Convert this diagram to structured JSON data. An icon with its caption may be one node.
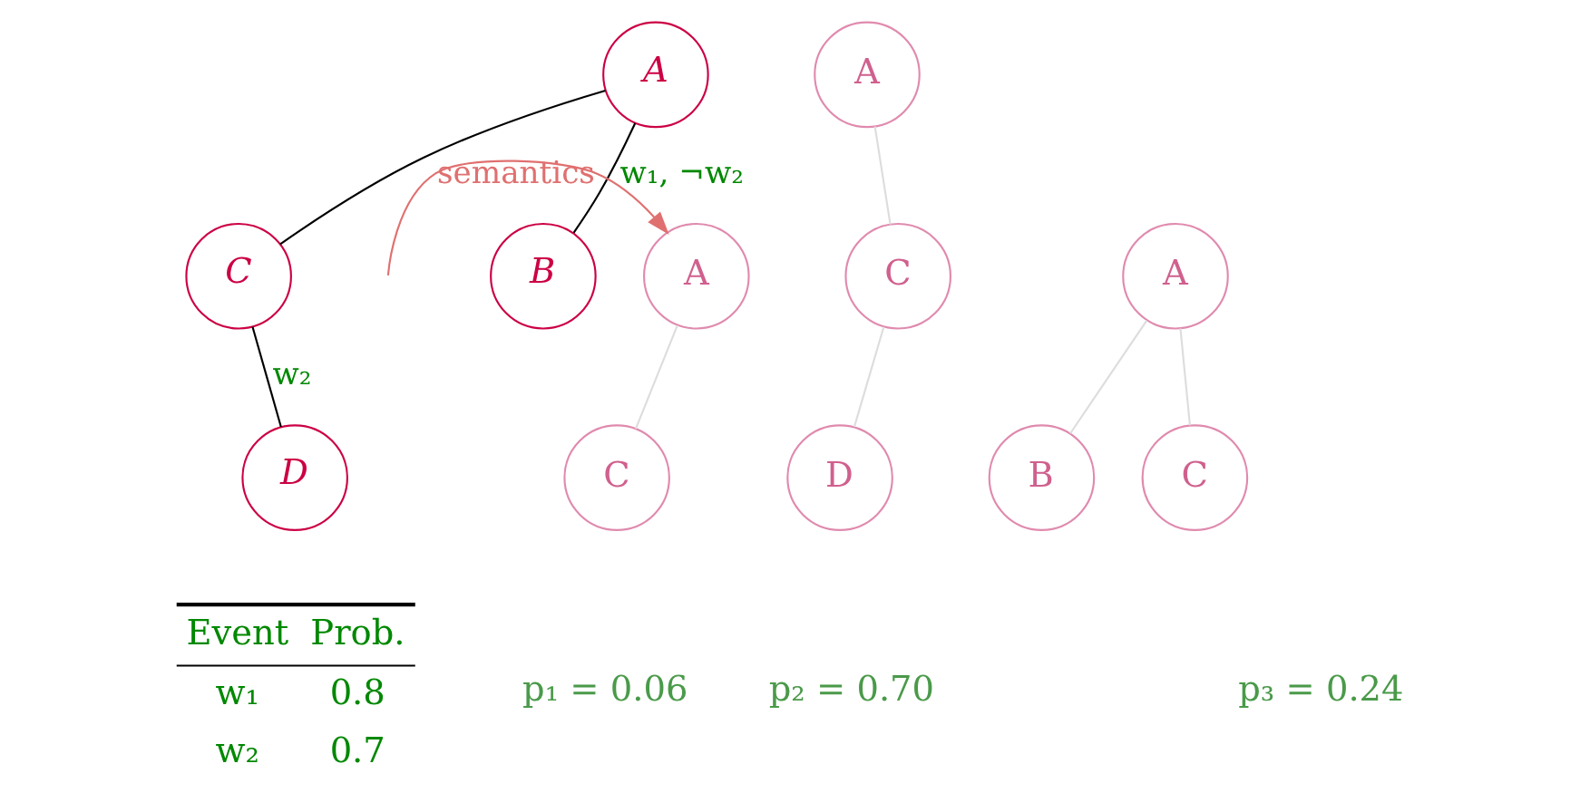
{
  "diagram": {
    "nodes": [
      {
        "text": [
          "A"
        ]
      },
      {
        "text": [
          "B"
        ]
      },
      {
        "text": [
          "C"
        ]
      },
      {
        "text": [
          "D"
        ]
      },
      {
        "text": [
          "A"
        ]
      },
      {
        "text": [
          "C"
        ]
      },
      {
        "text": [
          "A"
        ]
      },
      {
        "text": [
          "C"
        ]
      },
      {
        "text": [
          "D"
        ]
      },
      {
        "text": [
          "A"
        ]
      },
      {
        "text": [
          "B"
        ]
      },
      {
        "text": [
          "C"
        ]
      }
    ],
    "edges": [
      {
        "from": 0,
        "to": 1,
        "arrow": "none",
        "label": "w₁, ¬w₂",
        "color": "#000000"
      },
      {
        "from": 0,
        "to": 2,
        "arrow": "none",
        "color": "#000000"
      },
      {
        "from": 2,
        "to": 3,
        "arrow": "none",
        "label": "w₂",
        "color": "#000000"
      },
      {
        "from": null,
        "to": 4,
        "arrow": "to",
        "label": "semantics",
        "color": "#e07070"
      },
      {
        "from": 4,
        "to": 5,
        "arrow": "none",
        "color": "#dddddd"
      },
      {
        "from": 6,
        "to": 7,
        "arrow": "none",
        "color": "#dddddd"
      },
      {
        "from": 7,
        "to": 8,
        "arrow": "none",
        "color": "#dddddd"
      },
      {
        "from": 9,
        "to": 10,
        "arrow": "none",
        "color": "#dddddd"
      },
      {
        "from": 9,
        "to": 11,
        "arrow": "none",
        "color": "#dddddd"
      }
    ],
    "labels": [
      "Event",
      "Prob.",
      "w₁",
      "0.8",
      "w₂",
      "0.7",
      "p₁ = 0.06",
      "p₂ = 0.70",
      "p₃ = 0.24"
    ]
  }
}
